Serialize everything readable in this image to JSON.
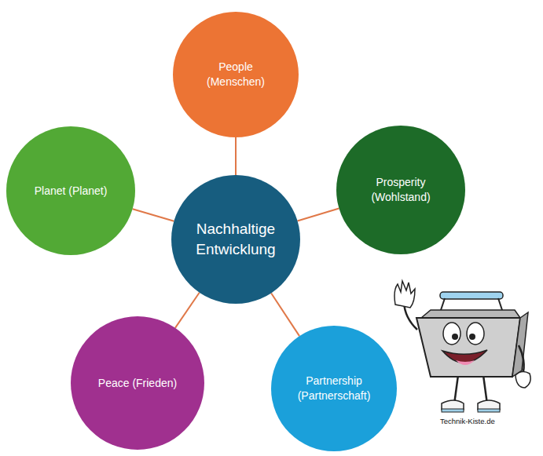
{
  "diagram": {
    "nodes": [
      {
        "text": [
          "People (Menschen)"
        ]
      },
      {
        "text": [
          "Planet (Planet)"
        ]
      },
      {
        "text": [
          "Prosperity (Wohlstand)"
        ]
      },
      {
        "text": [
          "Nachhaltige Entwicklung"
        ]
      },
      {
        "text": [
          "Peace (Frieden)"
        ]
      },
      {
        "text": [
          "Partnership (Partnerschaft)"
        ]
      }
    ],
    "edges": [
      {
        "from": 3,
        "to": 0,
        "arrow": "none"
      },
      {
        "from": 3,
        "to": 1,
        "arrow": "none"
      },
      {
        "from": 3,
        "to": 2,
        "arrow": "none"
      },
      {
        "from": 3,
        "to": 4,
        "arrow": "none"
      },
      {
        "from": 3,
        "to": 5,
        "arrow": "none"
      }
    ],
    "labels": [
      "Technik-Kiste.de"
    ]
  }
}
